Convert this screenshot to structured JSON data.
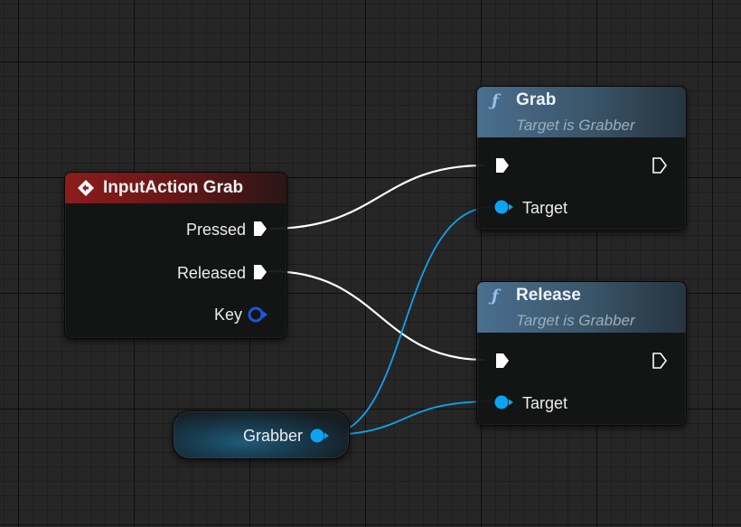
{
  "graph": {
    "input_action_node": {
      "title": "InputAction Grab",
      "icon": "input-action-diamond-icon",
      "pins": {
        "pressed": "Pressed",
        "released": "Released",
        "key": "Key"
      },
      "header_color": "#8c1c1c"
    },
    "grab_node": {
      "title": "Grab",
      "subtitle": "Target is Grabber",
      "icon": "function-icon",
      "pins": {
        "target": "Target"
      },
      "header_color": "#4a6f8f"
    },
    "release_node": {
      "title": "Release",
      "subtitle": "Target is Grabber",
      "icon": "function-icon",
      "pins": {
        "target": "Target"
      },
      "header_color": "#4a6f8f"
    },
    "variable_node": {
      "label": "Grabber",
      "pin_color": "#0aa4f2"
    },
    "colors": {
      "exec_wire": "#ffffff",
      "object_wire": "#0aa4f2",
      "background": "#262626"
    }
  }
}
